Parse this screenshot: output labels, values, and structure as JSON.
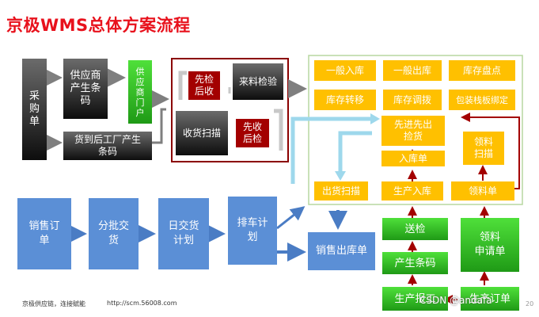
{
  "title": "京极WMS总体方案流程",
  "boxes": {
    "purchase_order": "采\n购\n单",
    "supplier_barcode": "供应商\n产生条\n码",
    "supplier_portal": "供\n应\n商\n门\n户",
    "factory_barcode": "货到后工厂产生\n条码",
    "inspect_first": "先检\n后收",
    "incoming_inspect": "来料检验",
    "receive_scan": "收货扫描",
    "receive_first": "先收\n后检",
    "general_inbound": "一般入库",
    "general_outbound": "一般出库",
    "stock_count": "库存盘点",
    "stock_transfer": "库存转移",
    "stock_adjust": "库存调拨",
    "pack_pallet_bind": "包装栈板绑定",
    "fifo_picking": "先进先出\n捡货",
    "material_scan": "领料\n扫描",
    "inbound_order": "入库单",
    "ship_scan": "出货扫描",
    "production_inbound": "生产入库",
    "material_order": "领料单",
    "sales_order": "销售订\n单",
    "batch_delivery": "分批交\n货",
    "daily_delivery_plan": "日交货\n计划",
    "vehicle_plan": "排车计\n划",
    "sales_outbound": "销售出库单",
    "send_inspect": "送检",
    "produce_barcode": "产生条码",
    "production_report": "生产报工",
    "material_request": "领料\n申请单",
    "production_order": "生产订单"
  },
  "footer": {
    "slogan": "京极供应链，连接赋能",
    "url": "http://scm.56008.com"
  },
  "watermark": "CSDN @andafa",
  "page_number": "20",
  "colors": {
    "title": "#e8111c",
    "blue": "#5b8fd6",
    "yellow": "#ffc000",
    "green": "#2fb524",
    "dark_red": "#a30000",
    "arrow_gray": "#7f7f7f",
    "arrow_cyan": "#9ed8ec"
  }
}
